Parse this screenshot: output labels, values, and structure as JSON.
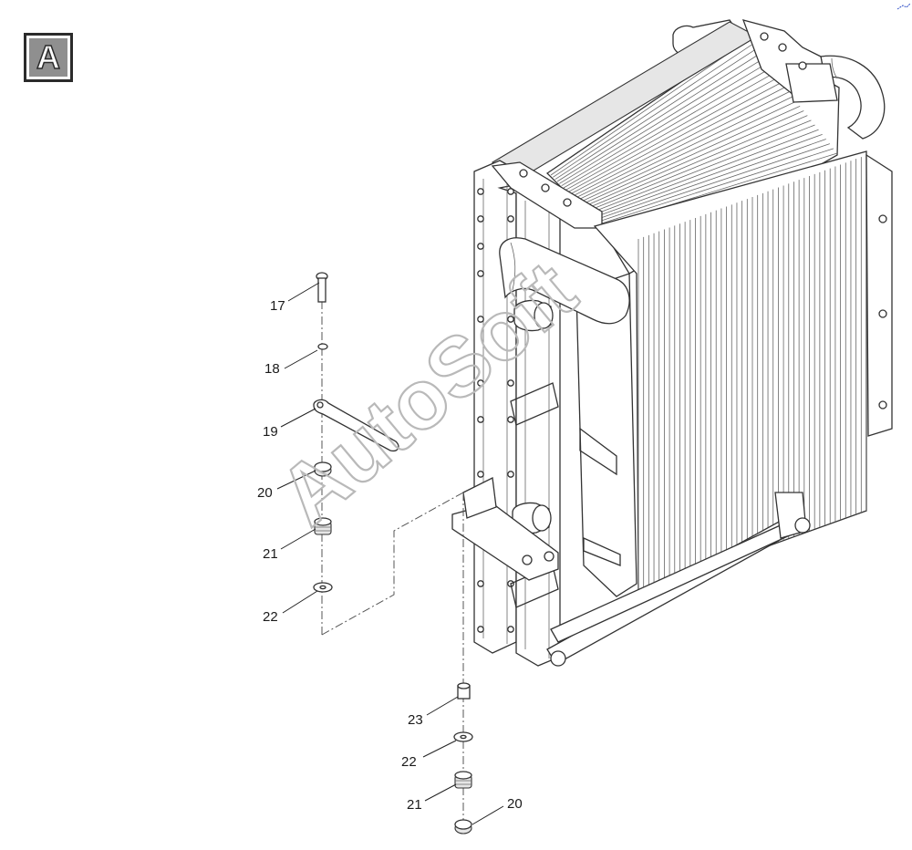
{
  "section_label": "A",
  "watermark": "AutoSoft",
  "callouts": [
    {
      "id": "c17",
      "text": "17"
    },
    {
      "id": "c18",
      "text": "18"
    },
    {
      "id": "c19",
      "text": "19"
    },
    {
      "id": "c20a",
      "text": "20"
    },
    {
      "id": "c21a",
      "text": "21"
    },
    {
      "id": "c22a",
      "text": "22"
    },
    {
      "id": "c23",
      "text": "23"
    },
    {
      "id": "c22b",
      "text": "22"
    },
    {
      "id": "c21b",
      "text": "21"
    },
    {
      "id": "c20b",
      "text": "20"
    }
  ]
}
